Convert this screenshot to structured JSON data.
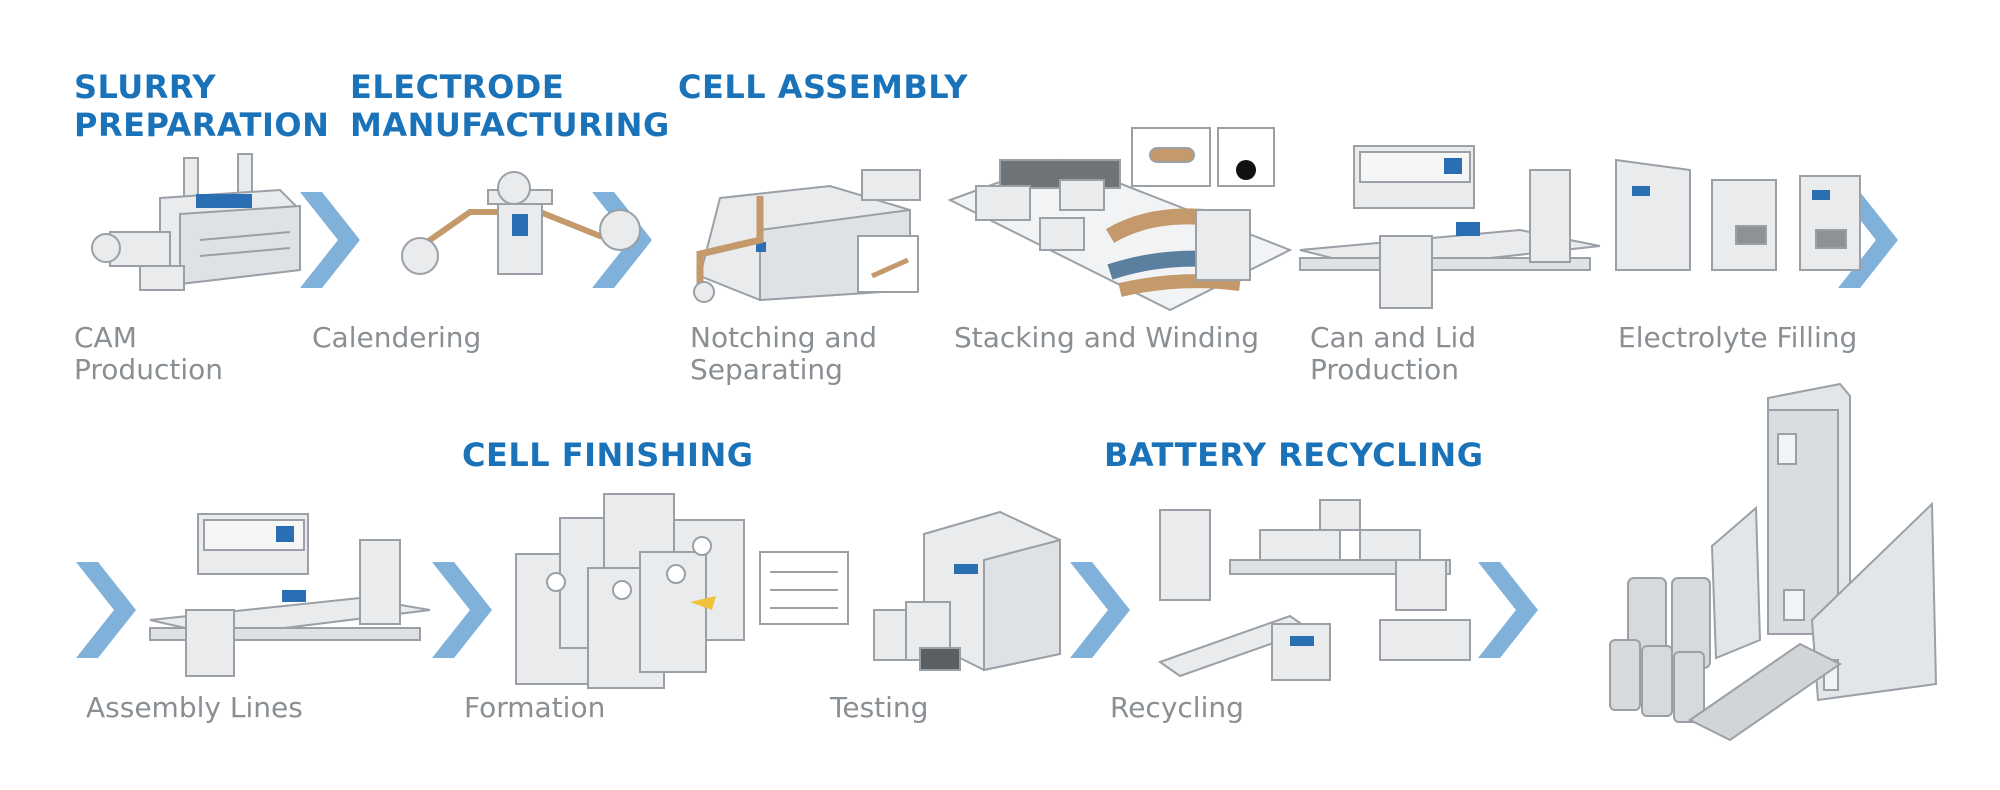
{
  "colors": {
    "heading": "#1a72b8",
    "label": "#8a8f94",
    "arrow": "#7fb1da",
    "machine_fill": "#e9ebed",
    "machine_stroke": "#9aa0a6",
    "brand_blue": "#2a6fb3",
    "belt_tan": "#c49a6c",
    "belt_blue": "#5b7f9f"
  },
  "headings": {
    "slurry": "SLURRY\nPREPARATION",
    "electrode": "ELECTRODE\nMANUFACTURING",
    "cell_assembly": "CELL ASSEMBLY",
    "cell_finishing": "CELL FINISHING",
    "battery_recycling": "BATTERY RECYCLING"
  },
  "steps": {
    "cam": "CAM\nProduction",
    "calendering": "Calendering",
    "notching": "Notching and\nSeparating",
    "stacking": "Stacking and Winding",
    "can_lid": "Can and Lid\nProduction",
    "electrolyte": "Electrolyte Filling",
    "assembly_lines": "Assembly Lines",
    "formation": "Formation",
    "testing": "Testing",
    "recycling": "Recycling"
  },
  "icons": {
    "flow_arrow": "chevron-right-icon",
    "machines": [
      "mixer",
      "calender",
      "notching-machine",
      "stacking-winding-line",
      "can-lid-line",
      "filling-stations",
      "assembly-line",
      "formation-racks",
      "testing-chamber",
      "recycling-plant",
      "battery-cells"
    ]
  }
}
